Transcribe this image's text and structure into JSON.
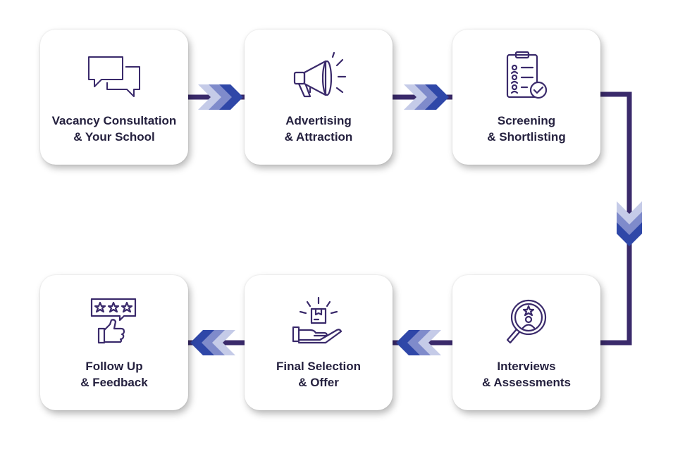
{
  "colors": {
    "line": "#3a2a6b",
    "chevron_dark": "#2f47a8",
    "chevron_mid": "#7f8bcb",
    "chevron_light": "#c5cbe8",
    "icon_stroke": "#3a2a6b",
    "text": "#25213f"
  },
  "steps": [
    {
      "line1": "Vacancy Consultation",
      "line2": "& Your School",
      "icon": "chat-bubbles-icon"
    },
    {
      "line1": "Advertising",
      "line2": "& Attraction",
      "icon": "megaphone-icon"
    },
    {
      "line1": "Screening",
      "line2": "& Shortlisting",
      "icon": "clipboard-check-icon"
    },
    {
      "line1": "Interviews",
      "line2": "& Assessments",
      "icon": "magnifier-person-icon"
    },
    {
      "line1": "Final Selection",
      "line2": "& Offer",
      "icon": "hand-box-icon"
    },
    {
      "line1": "Follow Up",
      "line2": "& Feedback",
      "icon": "rating-thumbs-up-icon"
    }
  ]
}
